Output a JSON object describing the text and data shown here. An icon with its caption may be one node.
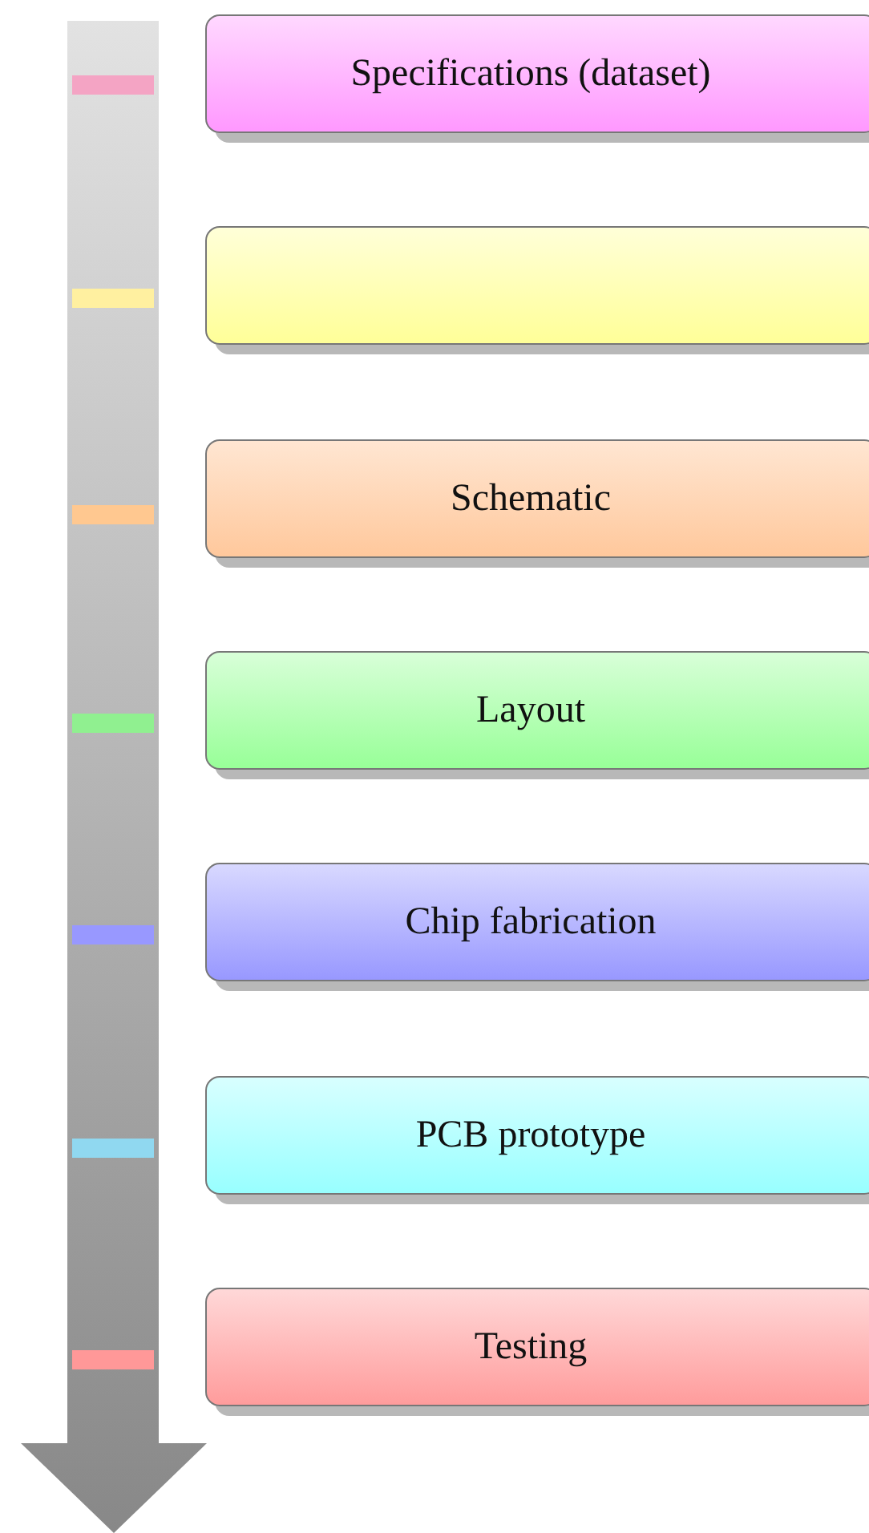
{
  "diagram": {
    "nodes": [
      {
        "text": [
          "Specifications (dataset)"
        ]
      },
      {
        "text": [],
        "shape": "box"
      },
      {
        "text": [
          "Schematic"
        ]
      },
      {
        "text": [
          "Layout"
        ]
      },
      {
        "text": [
          "Chip fabrication"
        ]
      },
      {
        "text": [
          "PCB prototype"
        ]
      },
      {
        "text": [
          "Testing"
        ]
      }
    ]
  }
}
